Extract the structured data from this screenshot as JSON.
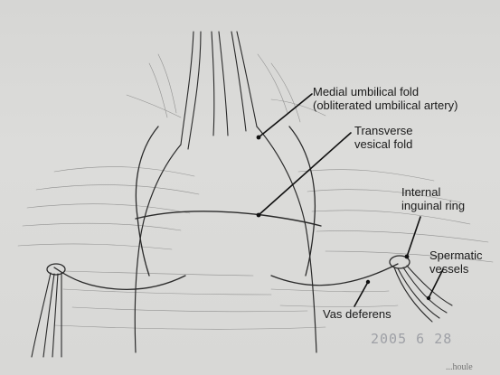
{
  "labels": {
    "medial_fold_line1": "Medial umbilical fold",
    "medial_fold_line2": "(obliterated umbilical artery)",
    "transverse_line1": "Transverse",
    "transverse_line2": "vesical fold",
    "internal_ring_line1": "Internal",
    "internal_ring_line2": "inguinal ring",
    "spermatic_line1": "Spermatic",
    "spermatic_line2": "vessels",
    "vas_deferens": "Vas deferens"
  },
  "photo_date_stamp": "2005 6 28",
  "edge_text": "...houle"
}
